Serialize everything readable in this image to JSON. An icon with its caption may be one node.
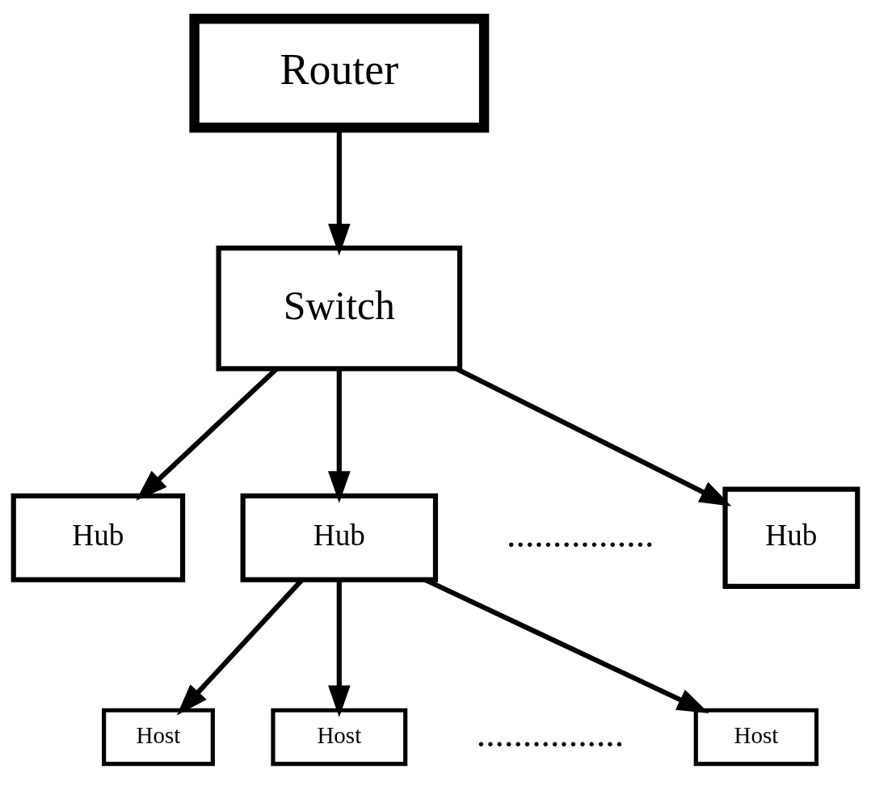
{
  "diagram": {
    "nodes": [
      {
        "text": [
          "Router"
        ]
      },
      {
        "text": [
          "Switch"
        ]
      },
      {
        "text": [
          "Hub"
        ]
      },
      {
        "text": [
          "Hub"
        ]
      },
      {
        "text": [
          "Hub"
        ]
      },
      {
        "text": [
          "Host"
        ]
      },
      {
        "text": [
          "Host"
        ]
      },
      {
        "text": [
          "Host"
        ]
      }
    ],
    "edges": [
      {
        "from": 0,
        "to": 1,
        "arrow": "to"
      },
      {
        "from": 1,
        "to": 2,
        "arrow": "to"
      },
      {
        "from": 1,
        "to": 3,
        "arrow": "to"
      },
      {
        "from": 1,
        "to": 4,
        "arrow": "to"
      },
      {
        "from": 3,
        "to": 5,
        "arrow": "to"
      },
      {
        "from": 3,
        "to": 6,
        "arrow": "to"
      },
      {
        "from": 3,
        "to": 7,
        "arrow": "to"
      }
    ],
    "labels": [
      "................",
      "................"
    ]
  }
}
